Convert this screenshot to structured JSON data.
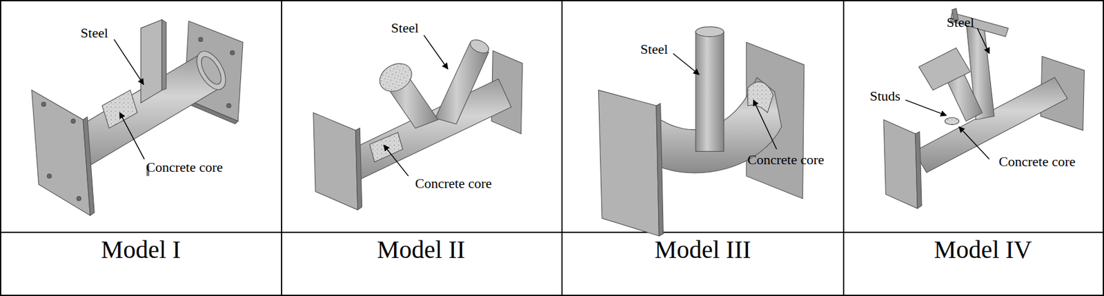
{
  "diagram": {
    "labels": [
      "Steel",
      "Concrete core",
      "Steel",
      "Concrete core",
      "Steel",
      "Concrete core",
      "Steel",
      "Studs",
      "Concrete core",
      "Model I",
      "Model II",
      "Model III",
      "Model IV"
    ]
  }
}
